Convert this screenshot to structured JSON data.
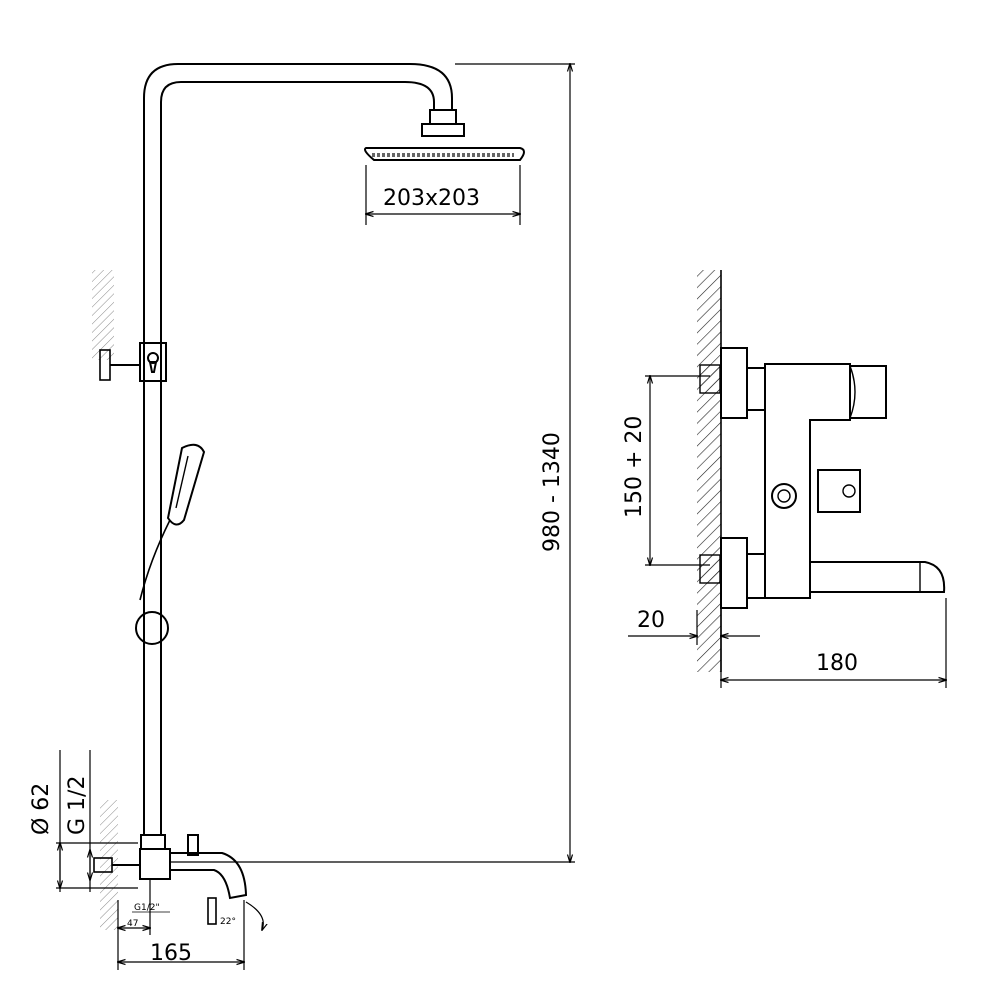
{
  "front_view": {
    "head_size": "203x203",
    "height_range": "980 - 1340",
    "outlet_diameter": "Ø 62",
    "thread": "G 1/2",
    "projection": "165",
    "small_thread": "G1/2\"",
    "small_offset": "47",
    "spout_angle": "22°"
  },
  "side_view": {
    "centers": "150 + 20",
    "wall_offset": "20",
    "spout_projection": "180"
  }
}
